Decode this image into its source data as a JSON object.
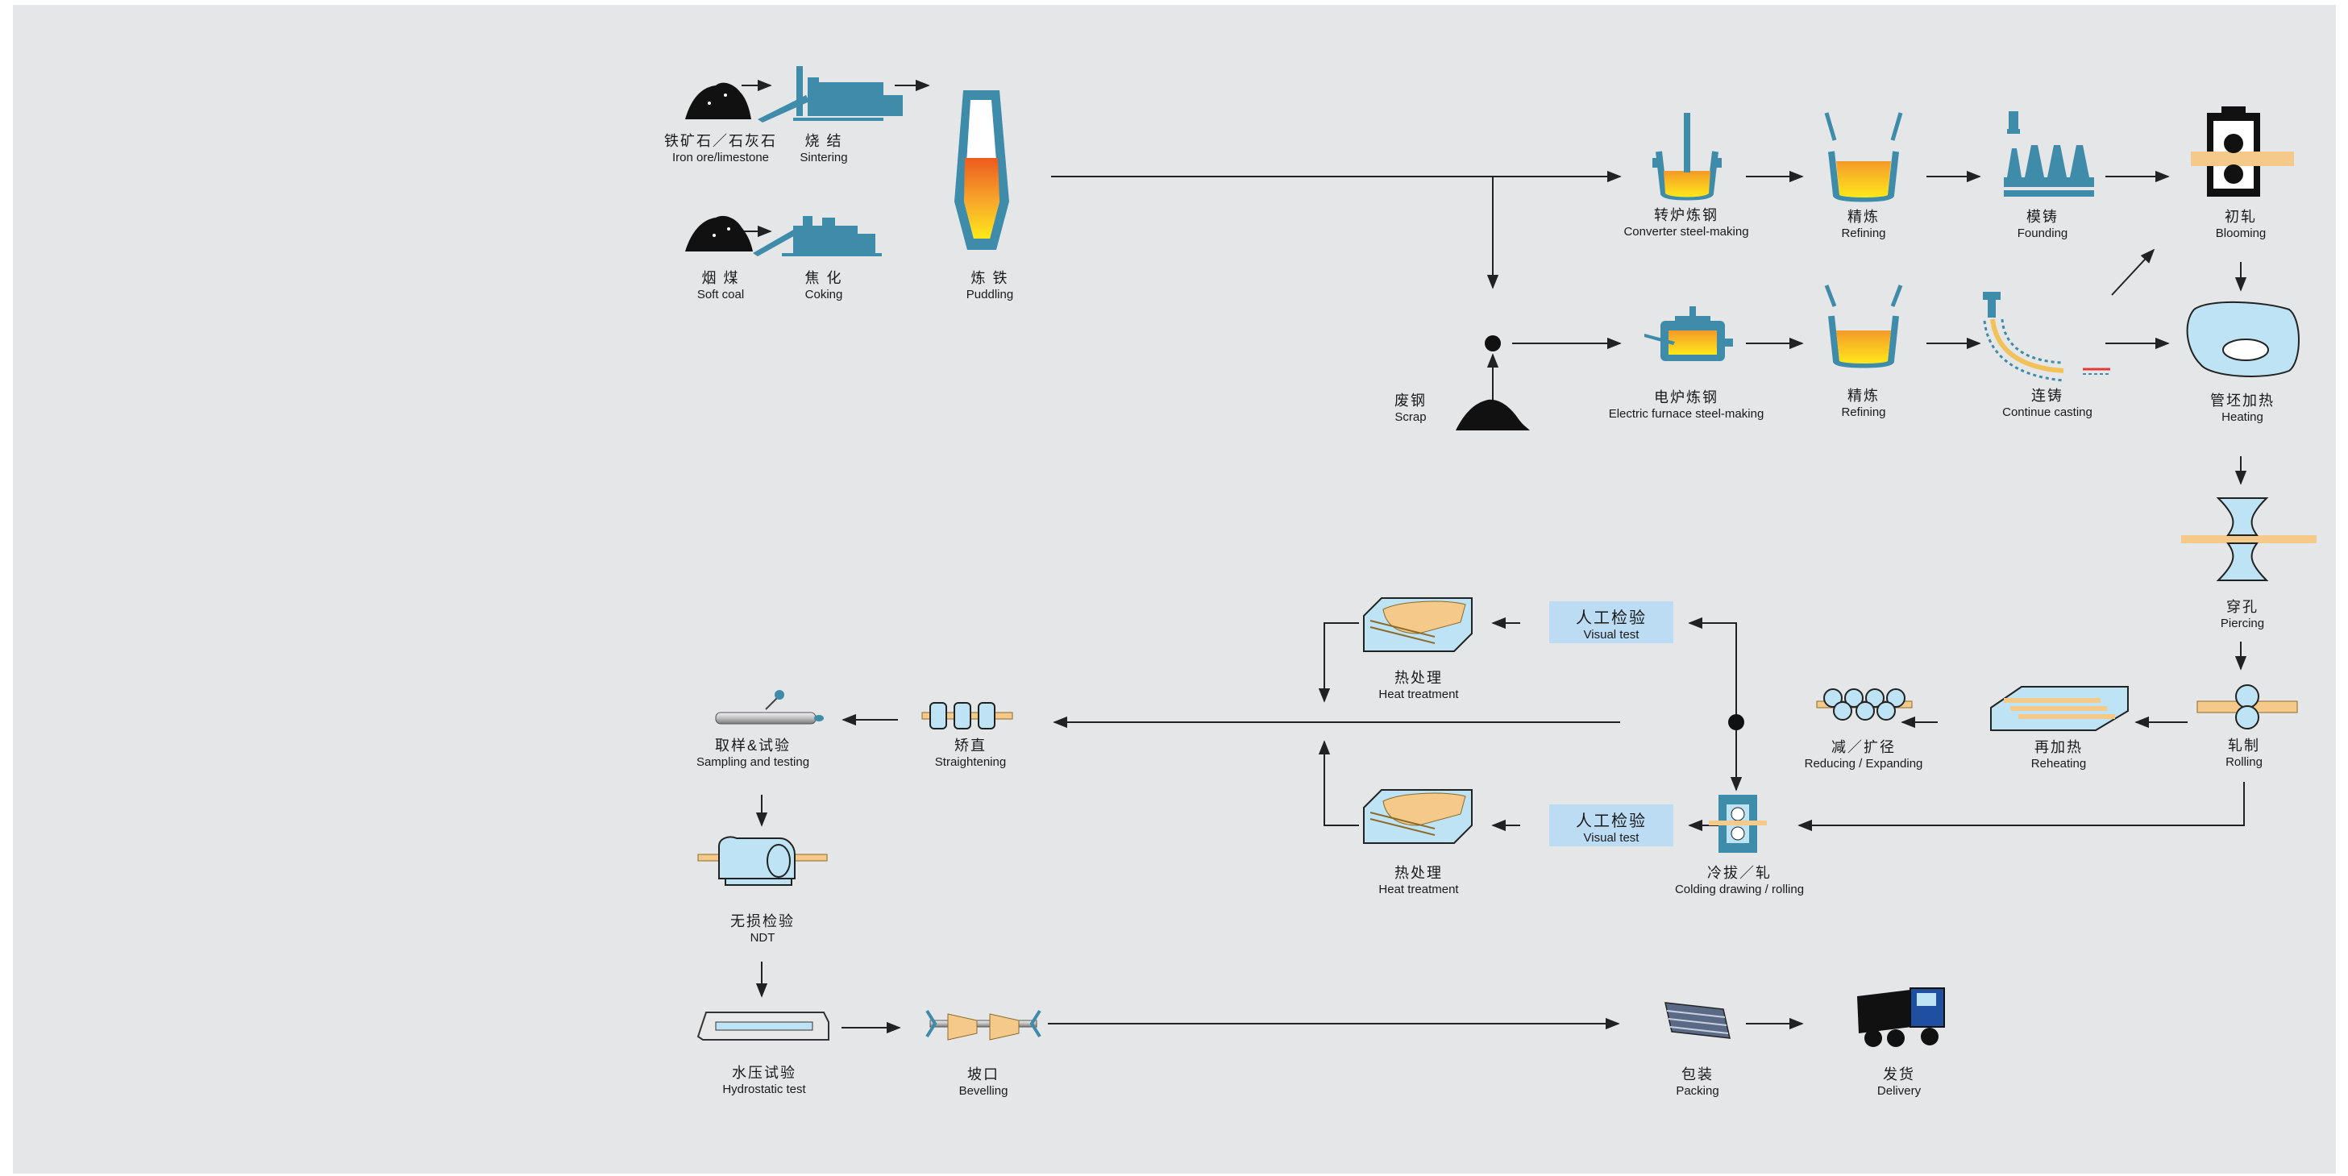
{
  "colors": {
    "background": "#e5e6e7",
    "equipment_blue": "#3e8baa",
    "light_blue": "#bde3f4",
    "molten_top": "#f4a72a",
    "molten_bottom": "#ffe619",
    "tube_orange": "#f5c98a",
    "visual_test_box": "#bcdcf4",
    "line": "#222222"
  },
  "steps": {
    "iron_ore": {
      "zh": "铁矿石／石灰石",
      "en": "Iron ore/limestone",
      "icon": "ore-pile-icon"
    },
    "sintering": {
      "zh": "烧 结",
      "en": "Sintering",
      "icon": "sintering-plant-icon"
    },
    "soft_coal": {
      "zh": "烟 煤",
      "en": "Soft coal",
      "icon": "coal-pile-icon"
    },
    "coking": {
      "zh": "焦 化",
      "en": "Coking",
      "icon": "coking-plant-icon"
    },
    "puddling": {
      "zh": "炼 铁",
      "en": "Puddling",
      "icon": "blast-furnace-icon"
    },
    "scrap": {
      "zh": "废钢",
      "en": "Scrap",
      "icon": "scrap-pile-icon"
    },
    "converter": {
      "zh": "转炉炼钢",
      "en": "Converter steel-making",
      "icon": "converter-icon"
    },
    "electric_furnace": {
      "zh": "电炉炼钢",
      "en": "Electric furnace steel-making",
      "icon": "electric-furnace-icon"
    },
    "refining_top": {
      "zh": "精炼",
      "en": "Refining",
      "icon": "ladle-icon"
    },
    "refining_bottom": {
      "zh": "精炼",
      "en": "Refining",
      "icon": "ladle-icon"
    },
    "founding": {
      "zh": "模铸",
      "en": "Founding",
      "icon": "ingot-mould-icon"
    },
    "continue_casting": {
      "zh": "连铸",
      "en": "Continue casting",
      "icon": "continuous-caster-icon"
    },
    "blooming": {
      "zh": "初轧",
      "en": "Blooming",
      "icon": "blooming-mill-icon"
    },
    "heating": {
      "zh": "管坯加热",
      "en": "Heating",
      "icon": "rotary-furnace-icon"
    },
    "piercing": {
      "zh": "穿孔",
      "en": "Piercing",
      "icon": "piercing-mill-icon"
    },
    "rolling": {
      "zh": "轧制",
      "en": "Rolling",
      "icon": "rolling-mill-icon"
    },
    "reheating": {
      "zh": "再加热",
      "en": "Reheating",
      "icon": "reheating-furnace-icon"
    },
    "reducing": {
      "zh": "减／扩径",
      "en": "Reducing / Expanding",
      "icon": "reducing-mill-icon"
    },
    "colding": {
      "zh": "冷拔／轧",
      "en": "Colding drawing / rolling",
      "icon": "cold-drawing-icon"
    },
    "heat_top": {
      "zh": "热处理",
      "en": "Heat treatment",
      "icon": "heat-treatment-furnace-icon"
    },
    "heat_bottom": {
      "zh": "热处理",
      "en": "Heat treatment",
      "icon": "heat-treatment-furnace-icon"
    },
    "straightening": {
      "zh": "矫直",
      "en": "Straightening",
      "icon": "straightener-icon"
    },
    "sampling": {
      "zh": "取样&试验",
      "en": "Sampling and testing",
      "icon": "sampling-icon"
    },
    "ndt": {
      "zh": "无损检验",
      "en": "NDT",
      "icon": "ndt-icon"
    },
    "hydrostatic": {
      "zh": "水压试验",
      "en": "Hydrostatic test",
      "icon": "hydrostatic-tester-icon"
    },
    "bevelling": {
      "zh": "坡口",
      "en": "Bevelling",
      "icon": "bevelling-machine-icon"
    },
    "packing": {
      "zh": "包装",
      "en": "Packing",
      "icon": "pipe-bundle-icon"
    },
    "delivery": {
      "zh": "发货",
      "en": "Delivery",
      "icon": "truck-icon"
    }
  },
  "visual_tests": {
    "top": {
      "zh": "人工检验",
      "en": "Visual test"
    },
    "bottom": {
      "zh": "人工检验",
      "en": "Visual test"
    }
  }
}
